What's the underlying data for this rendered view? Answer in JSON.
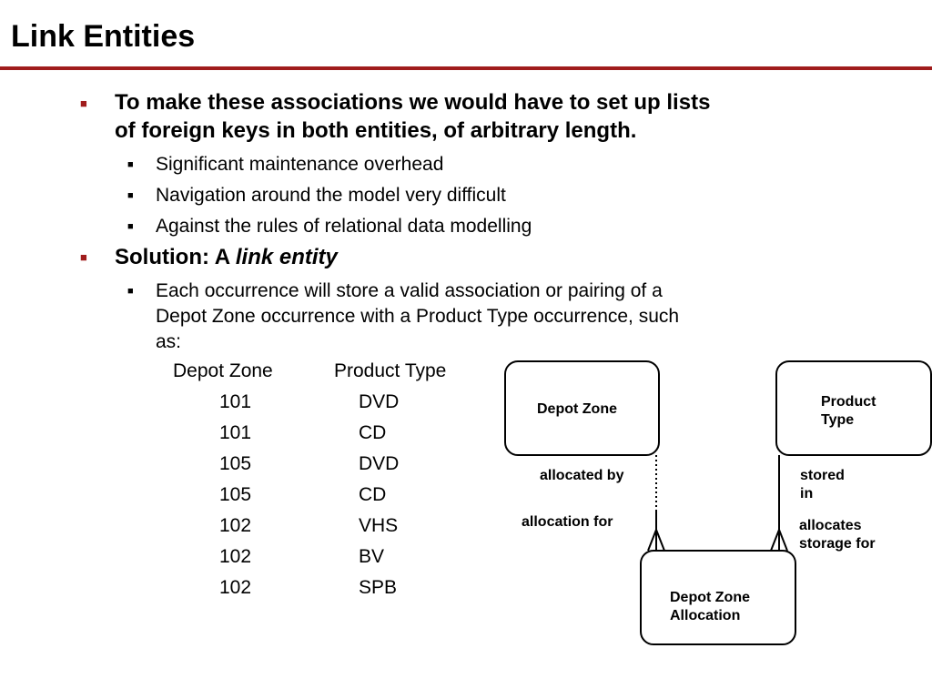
{
  "slide": {
    "title": "Link Entities",
    "accent_color": "#a01c1c"
  },
  "bullets": {
    "b1": {
      "line1": "To make these associations we would have to set up lists",
      "line2": "of foreign keys in both entities, of arbitrary length."
    },
    "sub1": [
      "Significant maintenance overhead",
      "Navigation around the model very difficult",
      "Against the rules of relational data modelling"
    ],
    "b2": {
      "prefix": "Solution: A ",
      "emphasis": "link entity"
    },
    "sub2": {
      "line1": "Each occurrence will store a valid association or pairing of a",
      "line2": "Depot Zone occurrence with a Product Type occurrence, such",
      "line3": "as:"
    }
  },
  "table": {
    "headers": [
      "Depot Zone",
      "Product Type"
    ],
    "rows": [
      [
        "101",
        "DVD"
      ],
      [
        "101",
        "CD"
      ],
      [
        "105",
        "DVD"
      ],
      [
        "105",
        "CD"
      ],
      [
        "102",
        "VHS"
      ],
      [
        "102",
        "BV"
      ],
      [
        "102",
        "SPB"
      ]
    ]
  },
  "diagram": {
    "entities": {
      "depot_zone": "Depot Zone",
      "product_type": {
        "line1": "Product",
        "line2": "Type"
      },
      "allocation": {
        "line1": "Depot Zone",
        "line2": "Allocation"
      }
    },
    "relationships": {
      "allocated_by": "allocated by",
      "allocation_for": "allocation for",
      "stored_in": {
        "line1": "stored",
        "line2": "in"
      },
      "allocates_storage_for": {
        "line1": "allocates",
        "line2": "storage for"
      }
    }
  }
}
